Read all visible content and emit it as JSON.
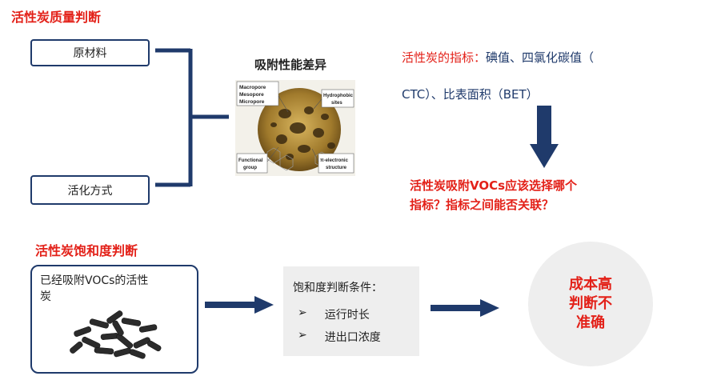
{
  "section1": {
    "title": "活性炭质量判断",
    "box_raw_material": "原材料",
    "box_activation": "活化方式",
    "adsorption_title": "吸附性能差异",
    "figure_labels": {
      "pores": [
        "Macropore",
        "Mesopore",
        "Micropore"
      ],
      "hydrophobic": [
        "Hydrophobic",
        "sites"
      ],
      "functional": [
        "Functional",
        "group"
      ],
      "electronic": [
        "π-electronic",
        "structure"
      ]
    },
    "indicator_label": "活性炭的指标：",
    "indicator_line1": "碘值、四氯化碳值（",
    "indicator_line2": "CTC）、比表面积（BET）",
    "question_line1": "活性炭吸附VOCs应该选择哪个",
    "question_line2": "指标？指标之间能否关联？"
  },
  "section2": {
    "title": "活性炭饱和度判断",
    "carbon_text_line1": "已经吸附VOCs的活性",
    "carbon_text_line2": "炭",
    "conditions_title": "饱和度判断条件：",
    "conditions": [
      "运行时长",
      "进出口浓度"
    ],
    "bullet": "➢",
    "result_lines": [
      "成本高",
      "判断不",
      "准确"
    ]
  },
  "colors": {
    "accent_red": "#e32119",
    "navy": "#1f3a6b",
    "panel_gray": "#eeeeee"
  }
}
